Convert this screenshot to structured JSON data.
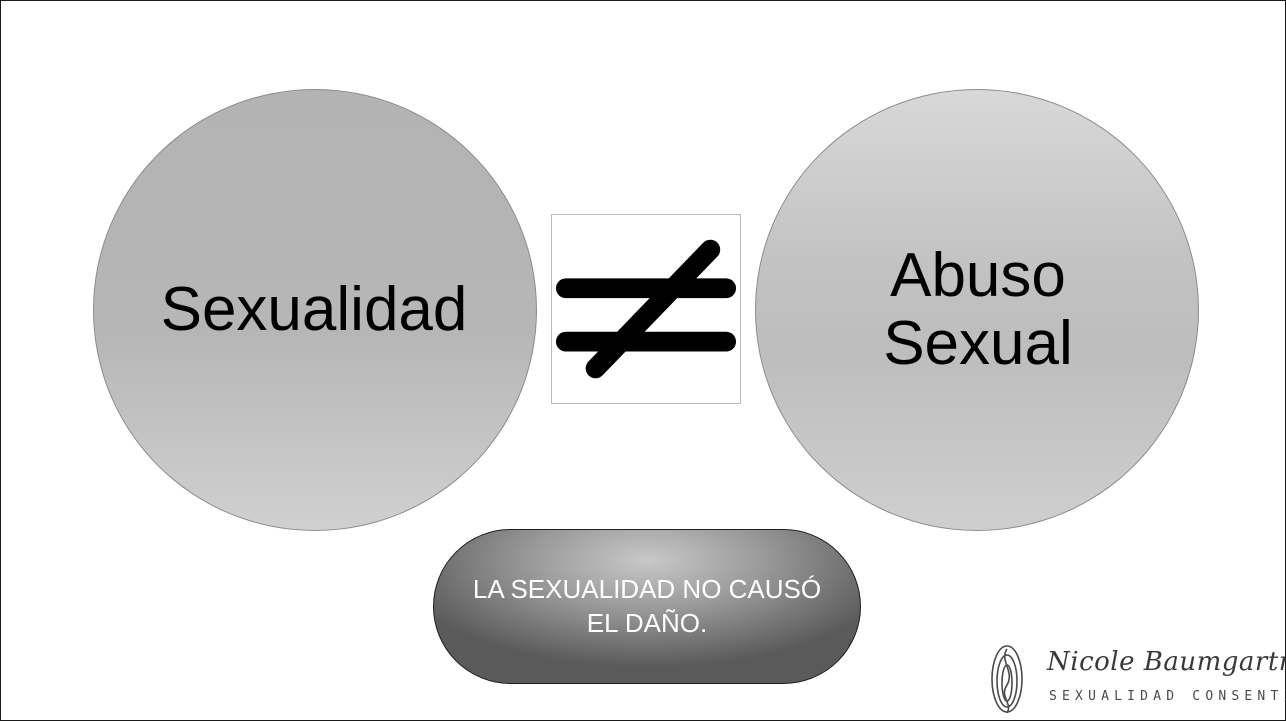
{
  "slide": {
    "left_circle": {
      "label": "Sexualidad"
    },
    "right_circle": {
      "line1": "Abuso",
      "line2": "Sexual"
    },
    "symbol": {
      "icon": "not-equal-icon"
    },
    "callout": {
      "text": "LA SEXUALIDAD NO CAUSÓ EL DAÑO."
    },
    "logo": {
      "name": "Nicole Baumgartner",
      "tagline": "SEXUALIDAD CONSENTIDA",
      "icon": "leaf-logo-icon"
    }
  },
  "colors": {
    "circle_fill": "#bfbfbf",
    "pill_fill": "#7a7a7a",
    "text": "#000000",
    "pill_text": "#ffffff"
  }
}
